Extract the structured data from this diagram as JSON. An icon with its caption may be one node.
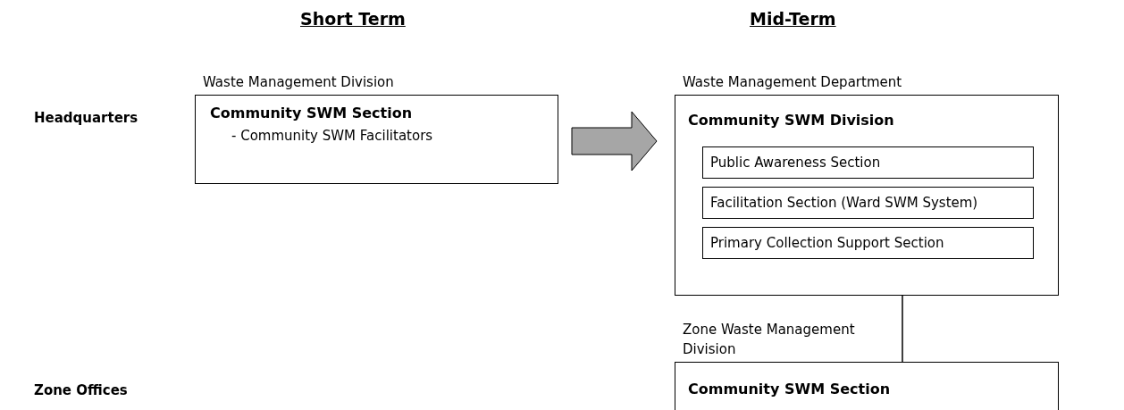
{
  "diagram": {
    "nodes": [
      {
        "text": [
          "Waste Management Division",
          "Community SWM Section",
          "- Community SWM Facilitators"
        ]
      },
      {
        "text": [
          "Waste Management Department",
          "Community SWM Division"
        ]
      },
      {
        "text": [
          "Public Awareness Section"
        ],
        "in": 1
      },
      {
        "text": [
          "Facilitation Section (Ward SWM System)"
        ],
        "in": 1
      },
      {
        "text": [
          "Primary Collection Support Section"
        ],
        "in": 1
      },
      {
        "text": [
          "Zone Waste Management Division",
          "Community SWM Section"
        ]
      }
    ],
    "edges": [
      {
        "from": 0,
        "to": 1,
        "arrow": "to",
        "style": "thick"
      },
      {
        "from": 1,
        "to": 5,
        "arrow": "none"
      }
    ],
    "labels": [
      "Short Term",
      "Mid-Term",
      "Headquarters",
      "Zone Offices"
    ]
  }
}
